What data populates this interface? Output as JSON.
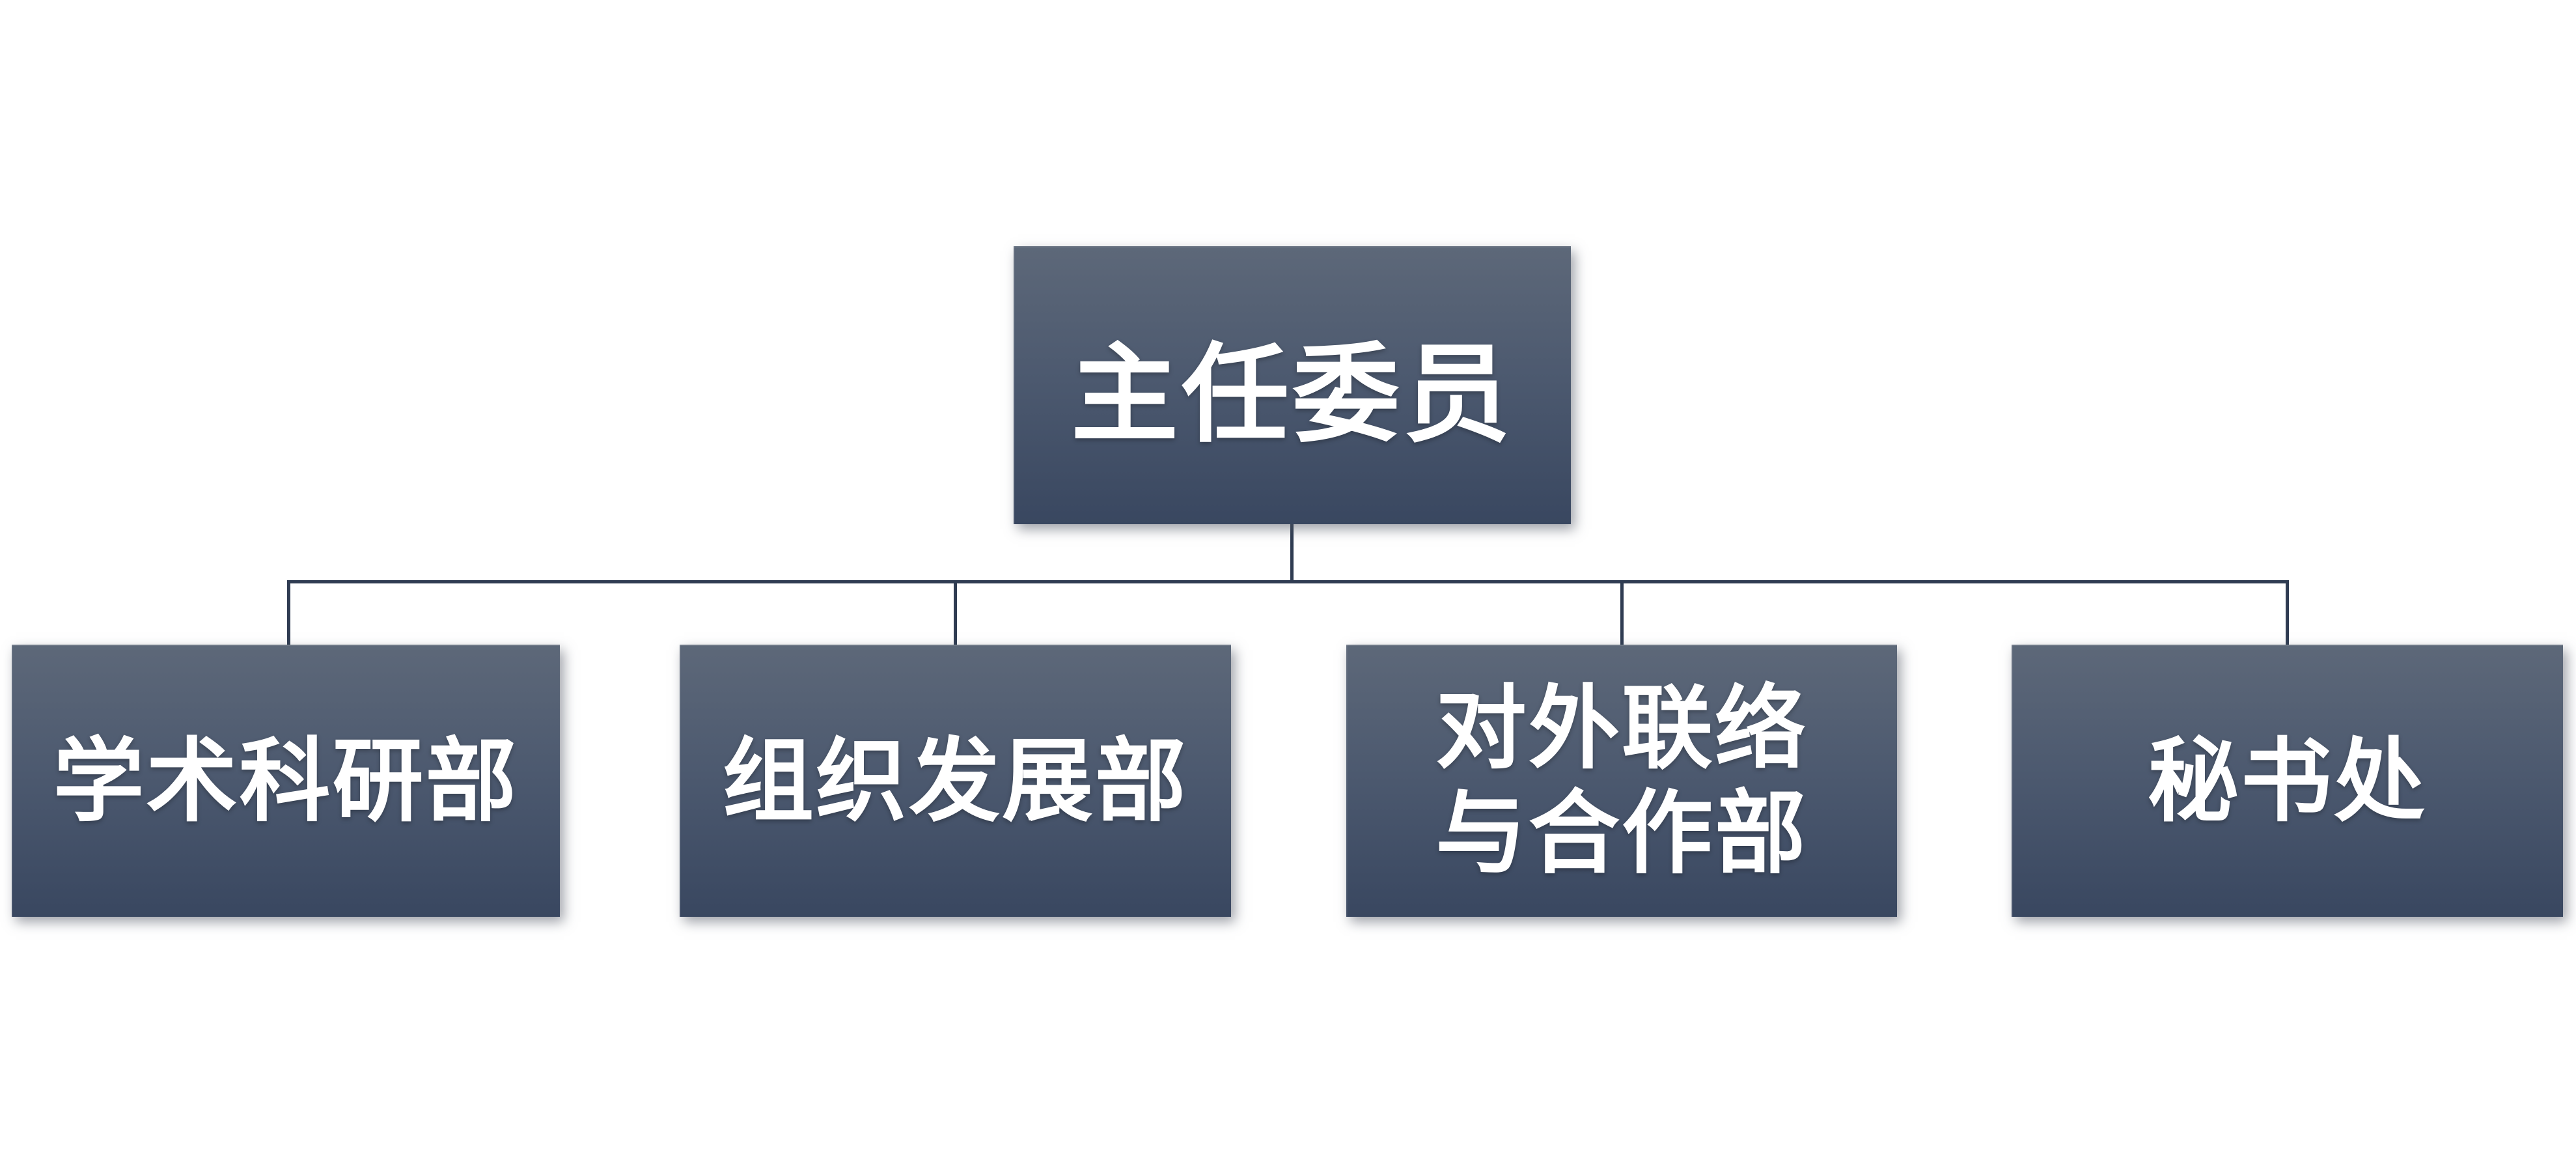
{
  "page": {
    "background_color": "#ffffff"
  },
  "diagram": {
    "type": "org-chart",
    "root": {
      "id": "director-committee",
      "label": "主任委员"
    },
    "children": [
      {
        "id": "academic-research-dept",
        "label": "学术科研部"
      },
      {
        "id": "organization-development-dept",
        "label": "组织发展部"
      },
      {
        "id": "external-liaison-cooperation-dept",
        "label": "对外联络\n与合作部"
      },
      {
        "id": "secretariat",
        "label": "秘书处"
      }
    ],
    "style": {
      "node_gradient_top": "#5d6879",
      "node_gradient_bottom": "#394760",
      "connector_color": "#2f3c52",
      "text_color": "#ffffff"
    }
  }
}
